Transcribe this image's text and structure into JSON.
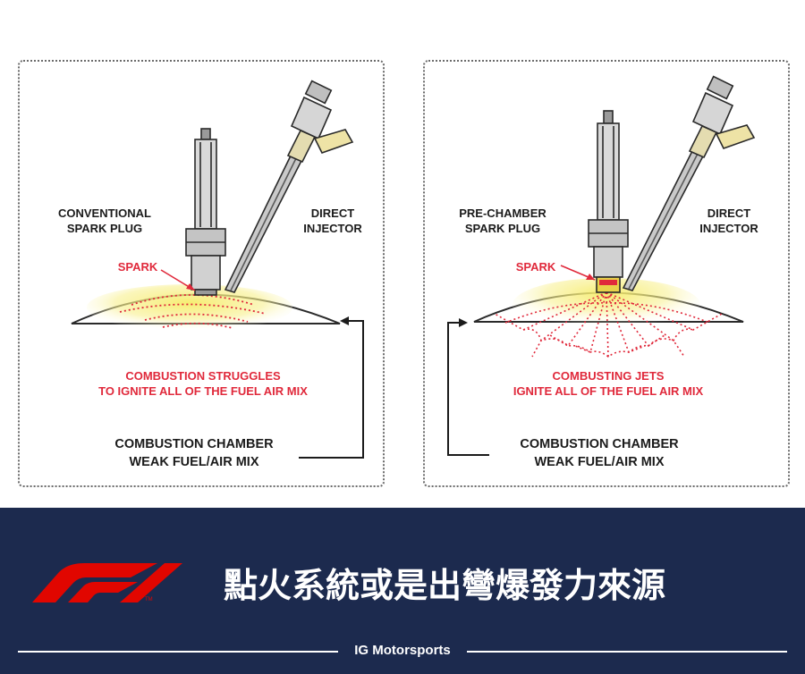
{
  "left_panel": {
    "spark_plug_label": "CONVENTIONAL\nSPARK PLUG",
    "injector_label": "DIRECT\nINJECTOR",
    "spark_label": "SPARK",
    "combustion_label": "COMBUSTION STRUGGLES\nTO IGNITE ALL OF THE FUEL AIR MIX",
    "chamber_label": "COMBUSTION CHAMBER\nWEAK FUEL/AIR MIX"
  },
  "right_panel": {
    "spark_plug_label": "PRE-CHAMBER\nSPARK PLUG",
    "injector_label": "DIRECT\nINJECTOR",
    "spark_label": "SPARK",
    "combustion_label": "COMBUSTING JETS\nIGNITE ALL OF THE FUEL AIR MIX",
    "chamber_label": "COMBUSTION CHAMBER\nWEAK FUEL/AIR MIX"
  },
  "footer": {
    "headline": "點火系統或是出彎爆發力來源",
    "credit": "IG Motorsports",
    "logo_icon": "f1-logo-icon"
  },
  "colors": {
    "navy": "#1c2a4e",
    "red": "#e0293b",
    "flame_yellow": "#f6ec6a"
  }
}
